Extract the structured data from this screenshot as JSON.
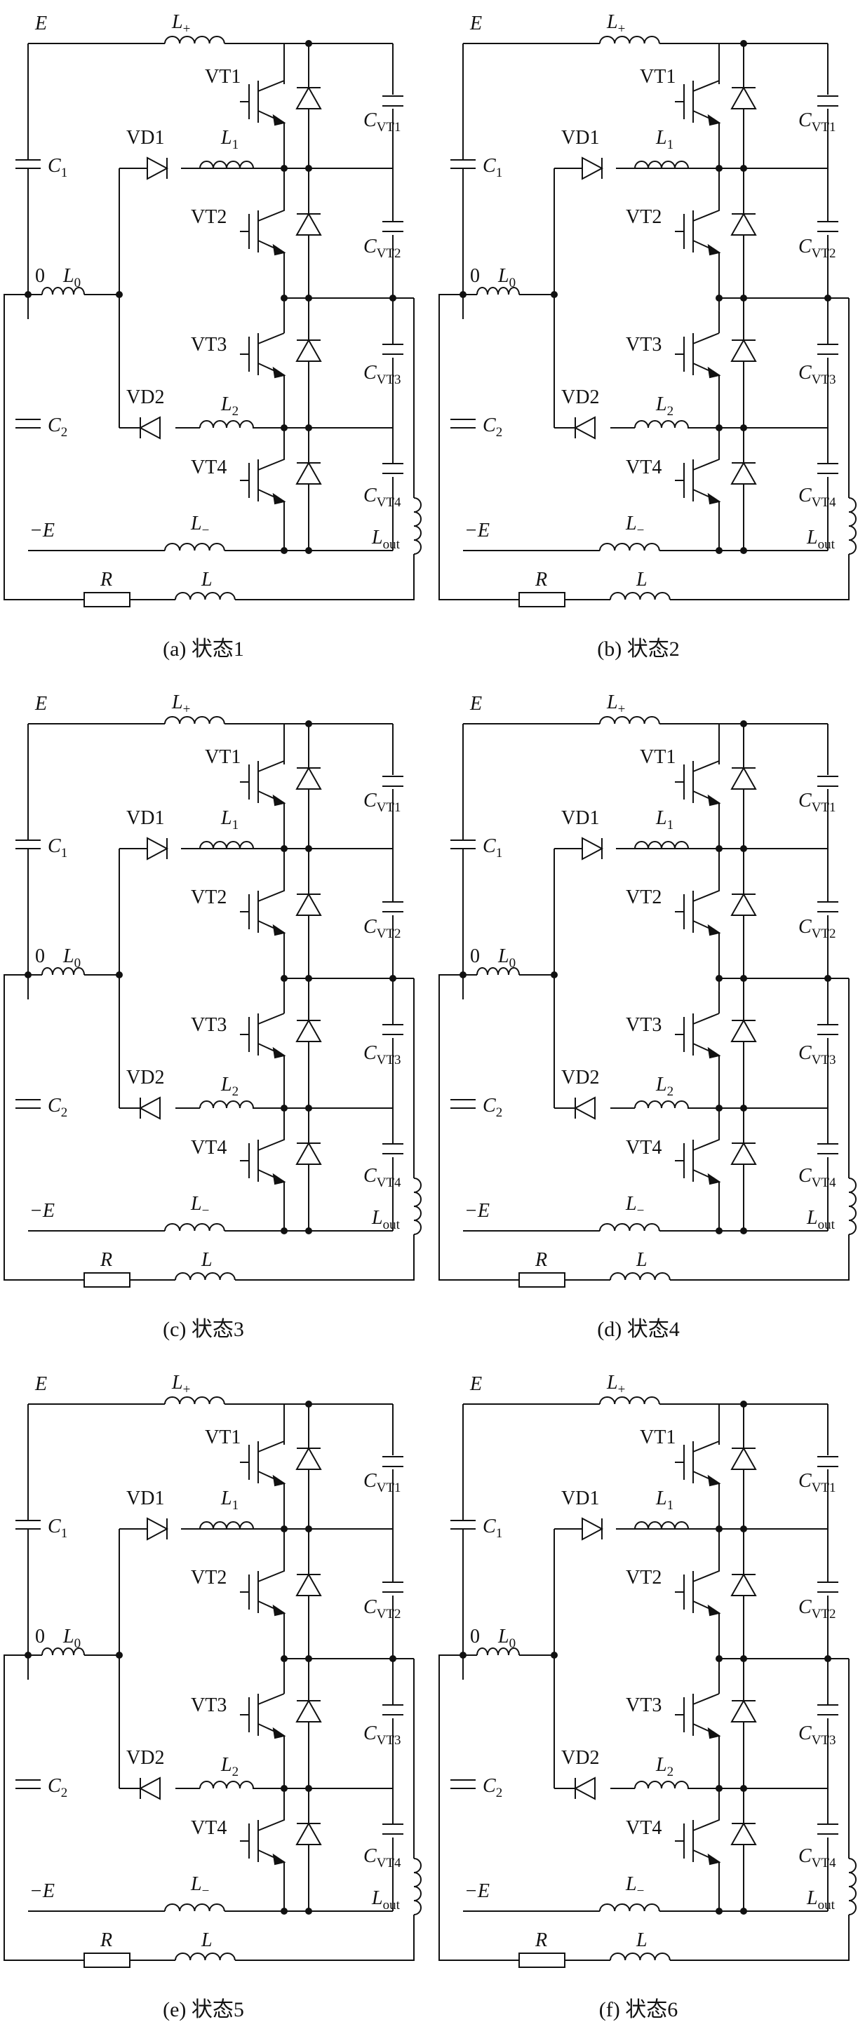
{
  "common_labels": {
    "E": "E",
    "negE": "−E",
    "Lplus": "L",
    "Lplus_sub": "+",
    "Lminus": "L",
    "Lminus_sub": "−",
    "L0": "L",
    "L0_sub": "0",
    "node0": "0",
    "L1": "L",
    "L1_sub": "1",
    "L2": "L",
    "L2_sub": "2",
    "C1": "C",
    "C1_sub": "1",
    "C2": "C",
    "C2_sub": "2",
    "VT1": "VT1",
    "VT2": "VT2",
    "VT3": "VT3",
    "VT4": "VT4",
    "VD1": "VD1",
    "VD2": "VD2",
    "C": "C",
    "CVT1_sub": "VT1",
    "CVT2_sub": "VT2",
    "CVT3_sub": "VT3",
    "CVT4_sub": "VT4",
    "Lout": "L",
    "Lout_sub": "out",
    "R": "R",
    "L": "L"
  },
  "panels": [
    {
      "caption": "(a)  状态1"
    },
    {
      "caption": "(b)  状态2"
    },
    {
      "caption": "(c)  状态3"
    },
    {
      "caption": "(d)  状态4"
    },
    {
      "caption": "(e)  状态5"
    },
    {
      "caption": "(f)  状态6"
    }
  ]
}
